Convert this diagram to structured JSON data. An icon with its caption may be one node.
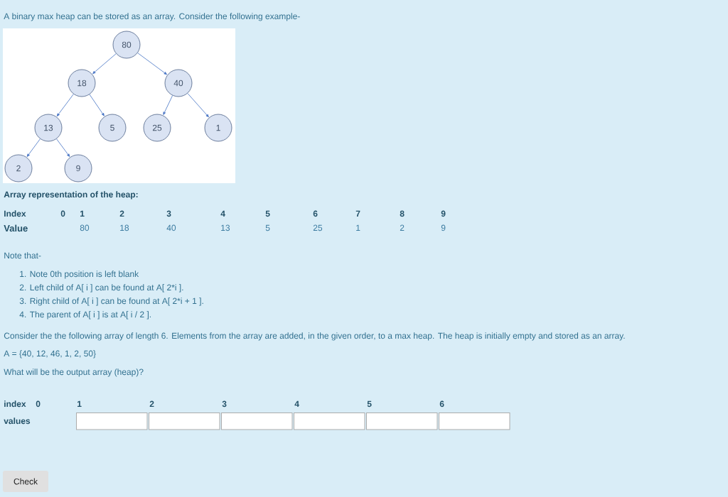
{
  "diagram": {
    "nodes": [
      {
        "text": [
          "80"
        ]
      },
      {
        "text": [
          "18"
        ]
      },
      {
        "text": [
          "40"
        ]
      },
      {
        "text": [
          "13"
        ]
      },
      {
        "text": [
          "5"
        ]
      },
      {
        "text": [
          "25"
        ]
      },
      {
        "text": [
          "1"
        ]
      },
      {
        "text": [
          "2"
        ]
      },
      {
        "text": [
          "9"
        ]
      }
    ],
    "edges": [
      {
        "from": 0,
        "to": 1,
        "arrow": "to"
      },
      {
        "from": 0,
        "to": 2,
        "arrow": "to"
      },
      {
        "from": 1,
        "to": 3,
        "arrow": "to"
      },
      {
        "from": 1,
        "to": 4,
        "arrow": "to"
      },
      {
        "from": 2,
        "to": 5,
        "arrow": "to"
      },
      {
        "from": 2,
        "to": 6,
        "arrow": "to"
      },
      {
        "from": 3,
        "to": 7,
        "arrow": "to"
      },
      {
        "from": 3,
        "to": 8,
        "arrow": "to"
      }
    ],
    "labels": [
      "A binary max heap can be stored as an array. Consider the following example-",
      "Array representation of the heap:",
      "Index",
      "0",
      "1",
      "2",
      "3",
      "4",
      "5",
      "6",
      "7",
      "8",
      "9",
      "Value",
      "80",
      "18",
      "40",
      "13",
      "5",
      "25",
      "1",
      "2",
      "9",
      "Note that-",
      "1. Note 0th position is left blank",
      "2. Left child of A[ i ] can be found at A[ 2*i ].",
      "3. Right child of A[ i ] can be found at A[ 2*i + 1 ].",
      "4. The parent of A[ i ] is at A[ i / 2 ].",
      "Consider the the following array of length 6. Elements from the array are added, in the given order, to a max heap. The heap is initially empty and stored as an array.",
      "A = {40, 12, 46,  1, 2, 50}",
      "What will be the output array (heap)?",
      "index",
      "0",
      "1",
      "2",
      "3",
      "4",
      "5",
      "6",
      "values",
      "Check"
    ]
  }
}
